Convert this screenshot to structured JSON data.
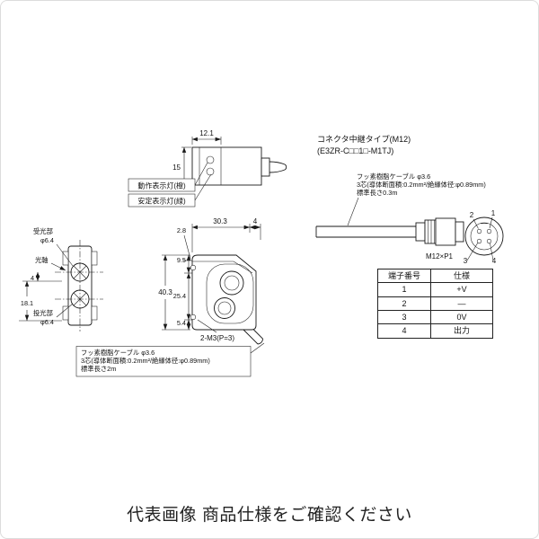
{
  "page": {
    "caption": "代表画像  商品仕様をご確認ください"
  },
  "side_view": {
    "dim_width": "12.1",
    "dim_height": "15",
    "label_operation_indicator": "動作表示灯(橙)",
    "label_stability_indicator": "安定表示灯(緑)"
  },
  "connector_section": {
    "title": "コネクタ中継タイプ(M12)",
    "model": "(E3ZR-C□□1□-M1TJ)",
    "cable_note": {
      "line1": "フッ素樹脂ケーブル  φ3.6",
      "line2": "3芯(導体断面積:0.2mm²/絶縁体径:φ0.89mm)",
      "line3": "標準長さ0.3m"
    },
    "thread_label": "M12×P1",
    "pin_labels": [
      "1",
      "2",
      "3",
      "4"
    ]
  },
  "terminal_table": {
    "headers": [
      "端子番号",
      "仕様"
    ],
    "rows": [
      [
        "1",
        "+V"
      ],
      [
        "2",
        "―"
      ],
      [
        "3",
        "0V"
      ],
      [
        "4",
        "出力"
      ]
    ]
  },
  "front_view": {
    "label_receiver": "受光部",
    "receiver_diameter": "φ6.4",
    "label_optical_axis": "光軸",
    "label_emitter": "投光部",
    "emitter_diameter": "φ6.4",
    "dim_gap": "4",
    "dim_height": "18.1"
  },
  "main_view": {
    "dim_width": "30.3",
    "dim_bevel": "4",
    "dim_top_offset": "2.8",
    "dim_lens_top": "9.5",
    "dim_total_height": "40.3",
    "dim_lens_pitch": "25.4",
    "dim_bottom": "5.4",
    "screw_label": "2-M3(P=3)"
  },
  "cable_note_bottom": {
    "line1": "フッ素樹脂ケーブル  φ3.6",
    "line2": "3芯(導体断面積:0.2mm²/絶縁体径:φ0.89mm)",
    "line3": "標準長さ2m"
  }
}
